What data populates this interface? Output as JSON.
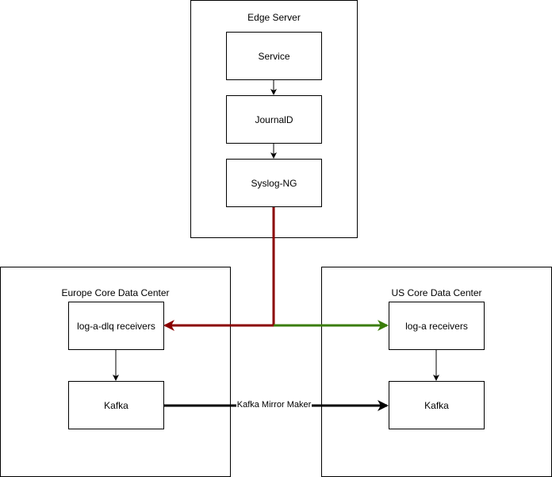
{
  "containers": {
    "edge_server": {
      "title": "Edge Server"
    },
    "europe_dc": {
      "title": "Europe Core Data Center"
    },
    "us_dc": {
      "title": "US Core Data Center"
    }
  },
  "nodes": {
    "service": "Service",
    "journald": "JournalD",
    "syslog_ng": "Syslog-NG",
    "log_a_dlq_receivers": "log-a-dlq receivers",
    "europe_kafka": "Kafka",
    "log_a_receivers": "log-a receivers",
    "us_kafka": "Kafka"
  },
  "edges": {
    "mirror_label": "Kafka Mirror Maker"
  },
  "colors": {
    "line_default": "#000000",
    "line_to_europe": "#8b0000",
    "line_to_us": "#3a7d0a"
  }
}
